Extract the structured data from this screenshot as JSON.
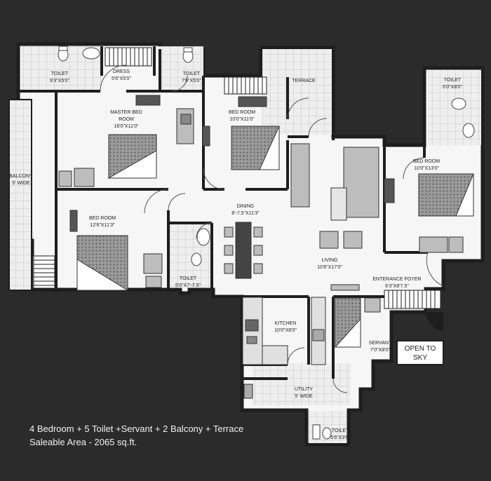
{
  "rooms": {
    "toilet_1": {
      "name": "TOILET",
      "size": "9'3\"X5'0\""
    },
    "dress": {
      "name": "DRESS",
      "size": "5'6\"X5'0\""
    },
    "toilet_2": {
      "name": "TOILET",
      "size": "7'6\"X5'0\""
    },
    "terrace": {
      "name": "TERRACE"
    },
    "toilet_3": {
      "name": "TOILET",
      "size": "5'0\"X8'0\""
    },
    "master_bed": {
      "name": "MASTER BED",
      "name2": "ROOM",
      "size": "16'0\"X11'0\""
    },
    "bed_2": {
      "name": "BED ROOM",
      "size": "10'0\"X11'0\""
    },
    "bed_3": {
      "name": "BED ROOM",
      "size": "10'0\"X13'0\""
    },
    "balcony": {
      "name": "BALCONY",
      "size": "5' WIDE"
    },
    "bed_4": {
      "name": "BED ROOM",
      "size": "12'6\"X11'3\""
    },
    "dining": {
      "name": "DINING",
      "size": "8'-7.5\"X11'3\""
    },
    "toilet_4": {
      "name": "TOILET",
      "size": "5'0\"X7'-7.5\""
    },
    "living": {
      "name": "LIVING",
      "size": "10'6\"X17'0\""
    },
    "foyer": {
      "name": "ENTERANCE FOYER",
      "size": "6'3\"X8'7.5\""
    },
    "kitchen": {
      "name": "KITCHEN",
      "size": "10'0\"X8'0\""
    },
    "servant": {
      "name": "SERVANT",
      "size": "7'0\"X8'0\""
    },
    "open_sky": {
      "name": "OPEN TO",
      "name2": "SKY"
    },
    "utility": {
      "name": "UTILITY",
      "size": "5' WIDE"
    },
    "toilet_5": {
      "name": "TOILET",
      "size": "5'6\"X3'6\""
    }
  },
  "footer": {
    "line1": "4 Bedroom + 5 Toilet +Servant + 2 Balcony + Terrace",
    "line2": "Saleable Area  - 2065 sq.ft."
  }
}
